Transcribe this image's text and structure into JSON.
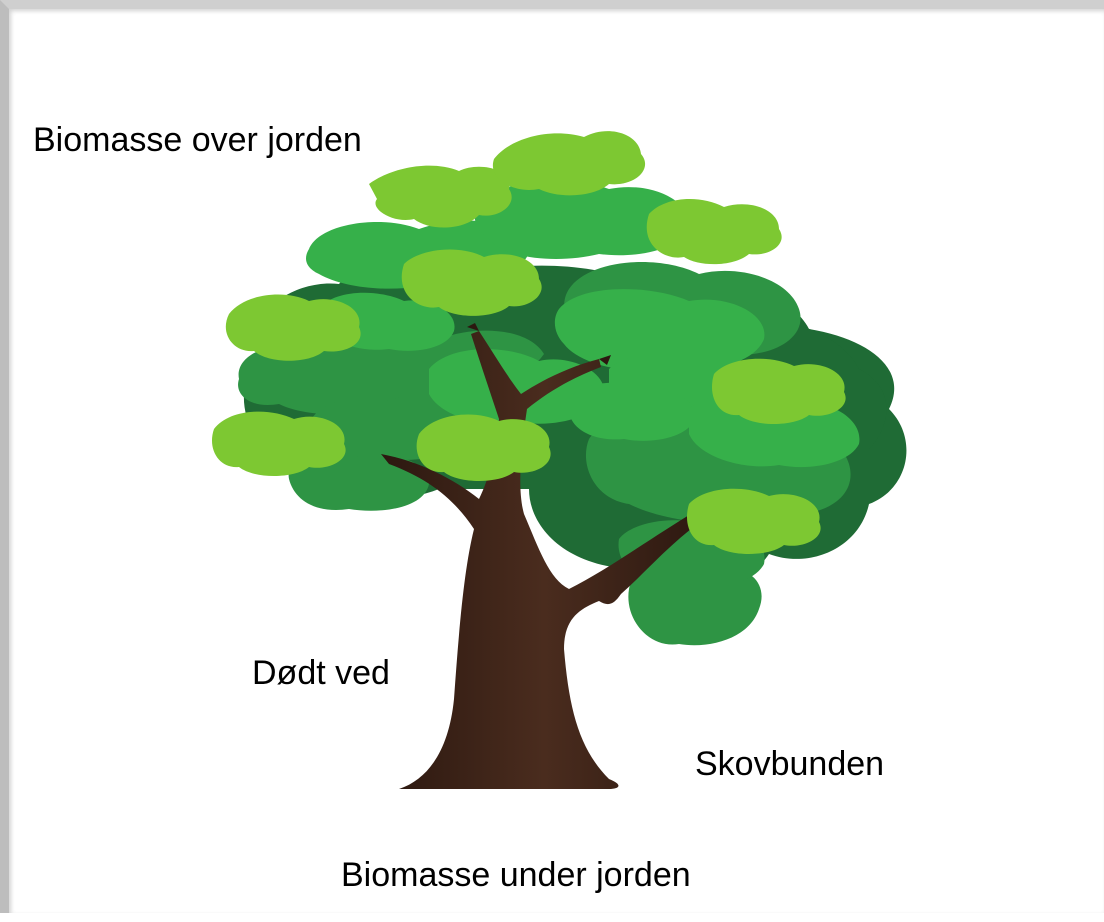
{
  "labels": {
    "above_ground": "Biomasse over jorden",
    "dead_wood": "Dødt ved",
    "forest_floor": "Skovbunden",
    "below_ground": "Biomasse under jorden"
  },
  "colors": {
    "trunk": "#3a2218",
    "dark_foliage": "#1f6b35",
    "mid_foliage": "#2e9444",
    "bright_foliage": "#36b04a",
    "light_foliage": "#7dc832"
  },
  "illustration": {
    "subject": "tree",
    "icon": "tree-icon"
  }
}
